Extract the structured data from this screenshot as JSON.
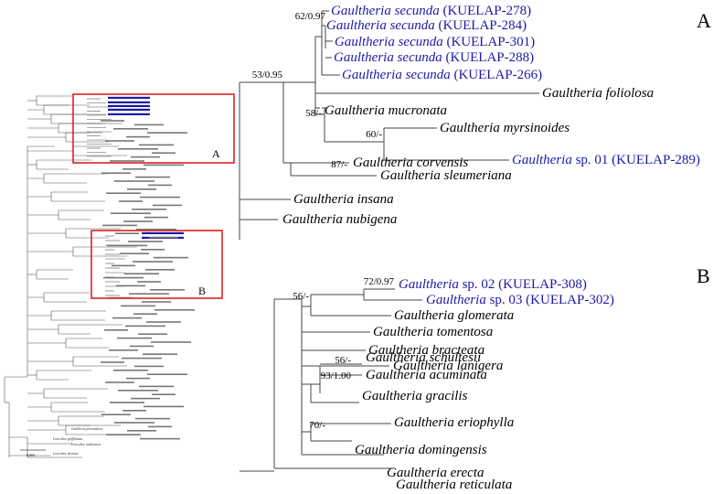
{
  "panels": {
    "A": {
      "label": "A",
      "taxa": [
        {
          "genus": "Gaultheria secunda",
          "code": "(KUELAP-278)",
          "blue": true
        },
        {
          "genus": "Gaultheria secunda",
          "code": "(KUELAP-284)",
          "blue": true
        },
        {
          "genus": "Gaultheria secunda",
          "code": "(KUELAP-301)",
          "blue": true
        },
        {
          "genus": "Gaultheria secunda",
          "code": "(KUELAP-288)",
          "blue": true
        },
        {
          "genus": "Gaultheria secunda",
          "code": "(KUELAP-266)",
          "blue": true
        },
        {
          "genus": "Gaultheria foliolosa",
          "code": "",
          "blue": false
        },
        {
          "genus": "Gaultheria mucronata",
          "code": "",
          "blue": false
        },
        {
          "genus": "Gaultheria myrsinoides",
          "code": "",
          "blue": false
        },
        {
          "genus": "Gaultheria",
          "rest": " sp. 01 (KUELAP-289)",
          "code": "",
          "blue": true
        },
        {
          "genus": "Gaultheria corvensis",
          "code": "",
          "blue": false
        },
        {
          "genus": "Gaultheria sleumeriana",
          "code": "",
          "blue": false
        },
        {
          "genus": "Gaultheria insana",
          "code": "",
          "blue": false
        },
        {
          "genus": "Gaultheria nubigena",
          "code": "",
          "blue": false
        }
      ],
      "support": [
        "62/0.97",
        "53/0.95",
        "58/-",
        "60/-",
        "87/-"
      ]
    },
    "B": {
      "label": "B",
      "taxa": [
        {
          "genus": "Gaultheria",
          "rest": " sp. 02 (KUELAP-308)",
          "blue": true
        },
        {
          "genus": "Gaultheria",
          "rest": "  sp. 03 (KUELAP-302)",
          "blue": true
        },
        {
          "genus": "Gaultheria glomerata",
          "rest": "",
          "blue": false
        },
        {
          "genus": "Gaultheria tomentosa",
          "rest": "",
          "blue": false
        },
        {
          "genus": "Gaultheria bracteata",
          "rest": "",
          "blue": false
        },
        {
          "genus": "Gaultheria lanigera",
          "rest": "",
          "blue": false
        },
        {
          "genus": "Gaultheria schultesii",
          "rest": "",
          "blue": false
        },
        {
          "genus": "Gaultheria acuminata",
          "rest": "",
          "blue": false
        },
        {
          "genus": "Gaultheria gracilis",
          "rest": "",
          "blue": false
        },
        {
          "genus": "Gaultheria eriophylla",
          "rest": "",
          "blue": false
        },
        {
          "genus": "Gaultheria domingensis",
          "rest": "",
          "blue": false
        },
        {
          "genus": "Gaultheria erecta",
          "rest": "",
          "blue": false
        },
        {
          "genus": "Gaultheria reticulata",
          "rest": "",
          "blue": false
        }
      ],
      "support": [
        "72/0.97",
        "56/-",
        "56/-",
        "93/1.00",
        "70/-"
      ]
    }
  },
  "overview": {
    "box_labels": [
      "A",
      "B"
    ],
    "scale_label": "0.004",
    "outgroups": [
      "Leucothoe griffithiana",
      "Leucothoe tonkinensis",
      "Leucothoe davisiae",
      "Gaultheria procumbens"
    ]
  },
  "colors": {
    "blue_taxa": "#1a1aa6",
    "box": "#e02020",
    "branch": "#444444"
  }
}
